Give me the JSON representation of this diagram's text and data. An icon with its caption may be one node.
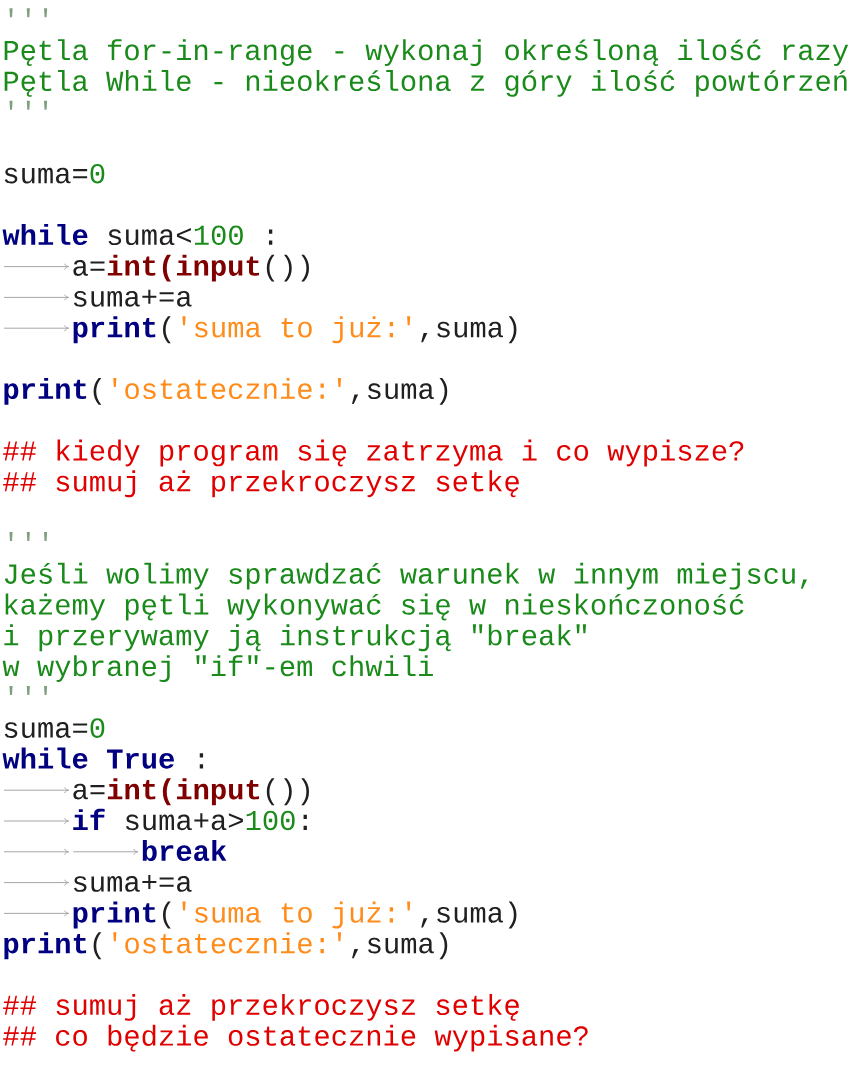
{
  "diagram": {
    "labels": [
      "'''",
      "Pętla for-in-range - wykonaj określoną ilość razy",
      "Pętla While - nieokreślona z góry ilość powtórzeń",
      "'''",
      "suma=",
      "0",
      "while",
      "suma<",
      "100",
      ":",
      "a=",
      "int(input",
      "())",
      "suma+=a",
      "print",
      "(",
      "'suma to już:'",
      ",suma)",
      "print",
      "(",
      "'ostatecznie:'",
      ",suma)",
      "## kiedy program się zatrzyma i co wypisze?",
      "## sumuj aż przekroczysz setkę",
      "'''",
      "Jeśli wolimy sprawdzać warunek w innym miejscu,",
      "każemy pętli wykonywać się w nieskończoność",
      "i przerywamy ją instrukcją \"break\"",
      "w wybranej \"if\"-em chwili",
      "'''",
      "suma=",
      "0",
      "while",
      "True",
      ":",
      "a=",
      "int(input",
      "())",
      "if",
      "suma+a>",
      "100",
      ":",
      "break",
      "suma+=a",
      "print",
      "(",
      "'suma to już:'",
      ",suma)",
      "print",
      "(",
      "'ostatecznie:'",
      ",suma)",
      "## sumuj aż przekroczysz setkę",
      "## co będzie ostatecznie wypisane?"
    ]
  }
}
